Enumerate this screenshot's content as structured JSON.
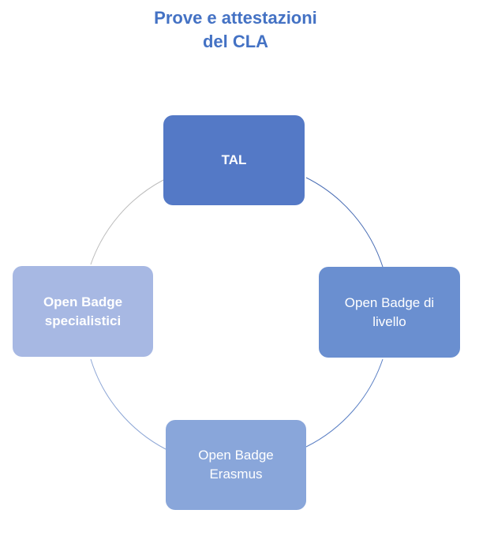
{
  "title": {
    "line1": "Prove e attestazioni",
    "line2": "del CLA"
  },
  "nodes": {
    "top": "TAL",
    "right": "Open Badge di livello",
    "bottom": "Open Badge Erasmus",
    "left": "Open Badge specialistici"
  },
  "colors": {
    "title": "#4472c4",
    "node_top": "#5479c6",
    "node_right": "#6a8fd0",
    "node_bottom": "#89a6da",
    "node_left": "#a7b8e3"
  }
}
